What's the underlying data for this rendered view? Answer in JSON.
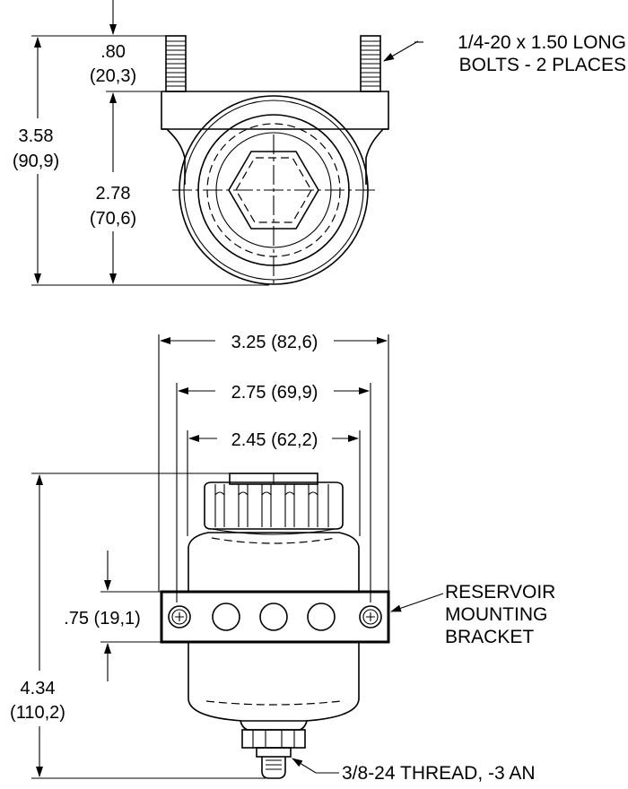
{
  "top_view": {
    "dim_offset": {
      "inch": ".80",
      "mm": "(20,3)"
    },
    "dim_height": {
      "inch": "3.58",
      "mm": "(90,9)"
    },
    "dim_center": {
      "inch": "2.78",
      "mm": "(70,6)"
    },
    "bolts_note": {
      "line1": "1/4-20 x 1.50 LONG",
      "line2": "BOLTS - 2 PLACES"
    }
  },
  "front_view": {
    "dim_bracket_width": "3.25 (82,6)",
    "dim_hole_spacing": "2.75 (69,9)",
    "dim_body_width": "2.45 (62,2)",
    "dim_bracket_height": ".75 (19,1)",
    "dim_total_height": {
      "inch": "4.34",
      "mm": "(110,2)"
    },
    "bracket_note": {
      "line1": "RESERVOIR",
      "line2": "MOUNTING",
      "line3": "BRACKET"
    },
    "thread_note": "3/8-24 THREAD, -3 AN"
  }
}
